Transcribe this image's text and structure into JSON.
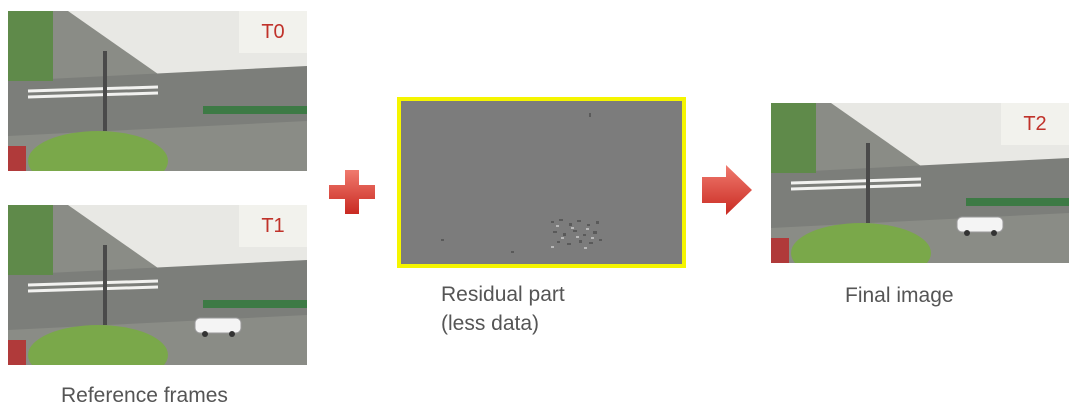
{
  "frames": [
    {
      "id": "t0",
      "label": "T0",
      "car": false
    },
    {
      "id": "t1",
      "label": "T1",
      "car": true
    },
    {
      "id": "t2",
      "label": "T2",
      "car": true
    }
  ],
  "captions": {
    "reference": "Reference frames",
    "residual_line1": "Residual part",
    "residual_line2": "(less data)",
    "final": "Final image"
  },
  "colors": {
    "label_text": "#c0322a",
    "residual_border": "#f5f500",
    "residual_fill": "#7c7c7c",
    "plus_sign": "#e03a2f",
    "arrow": "#e03a2f",
    "caption_text": "#555555"
  },
  "icons": {
    "combine": "plus-icon",
    "result": "arrow-right-icon"
  }
}
